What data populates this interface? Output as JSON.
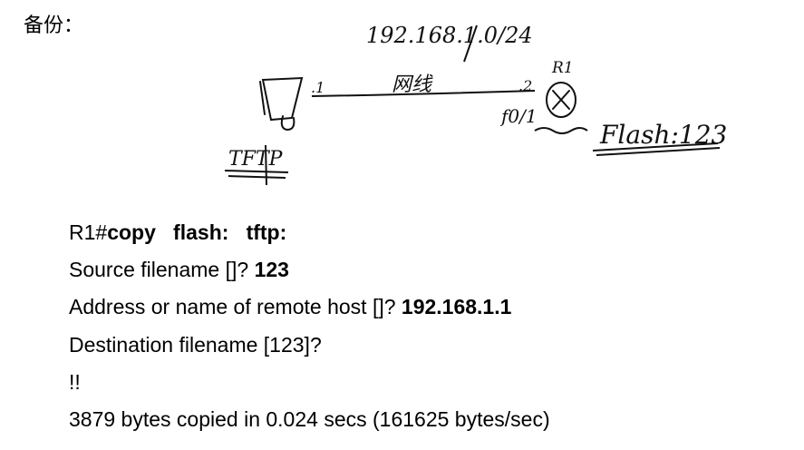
{
  "heading": "备份：",
  "diagram": {
    "subnet": "192.168.1.0/24",
    "host_label": "TFTP",
    "link_label": "网线",
    "host_ip_suffix": ".1",
    "router_ip_suffix": ".2",
    "router_interface": "f0/1",
    "router_name": "R1",
    "flash_label": "Flash:123"
  },
  "console": {
    "prompt": "R1#",
    "command": "copy   flash:   tftp:",
    "source_prompt": "Source filename []? ",
    "source_value": "123",
    "host_prompt": "Address or name of remote host []? ",
    "host_value": "192.168.1.1",
    "dest_prompt": "Destination filename [123]?",
    "progress": "!!",
    "result": "3879 bytes copied in 0.024 secs (161625 bytes/sec)"
  }
}
